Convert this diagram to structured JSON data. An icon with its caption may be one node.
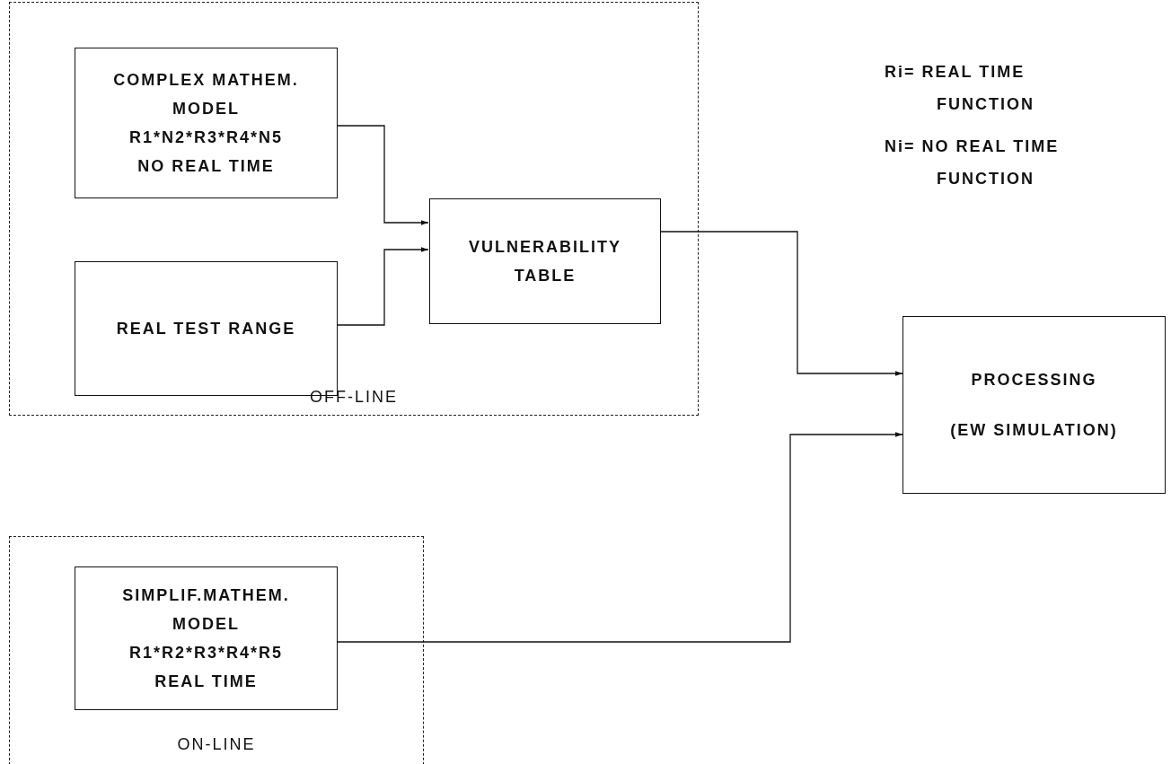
{
  "diagram": {
    "nodes": [
      {
        "text": [
          "OFF-LINE"
        ]
      },
      {
        "text": [
          "COMPLEX MATHEM. MODEL",
          "R1*N2*R3*R4*N5",
          "NO REAL TIME"
        ],
        "in": 0
      },
      {
        "text": [
          "REAL TEST RANGE"
        ],
        "in": 0
      },
      {
        "text": [
          "VULNERABILITY TABLE"
        ],
        "in": 0
      },
      {
        "text": [
          "ON-LINE"
        ]
      },
      {
        "text": [
          "SIMPLIF.MATHEM. MODEL",
          "R1*R2*R3*R4*R5",
          "REAL TIME"
        ],
        "in": 4
      },
      {
        "text": [
          "PROCESSING",
          "(EW SIMULATION)"
        ]
      }
    ],
    "edges": [
      {
        "from": 1,
        "to": 3,
        "arrow": "to"
      },
      {
        "from": 2,
        "to": 3,
        "arrow": "to"
      },
      {
        "from": 3,
        "to": 6,
        "arrow": "to"
      },
      {
        "from": 5,
        "to": 6,
        "arrow": "to"
      }
    ],
    "labels": [
      "Ri= REAL TIME FUNCTION",
      "Ni= NO REAL TIME FUNCTION"
    ]
  }
}
